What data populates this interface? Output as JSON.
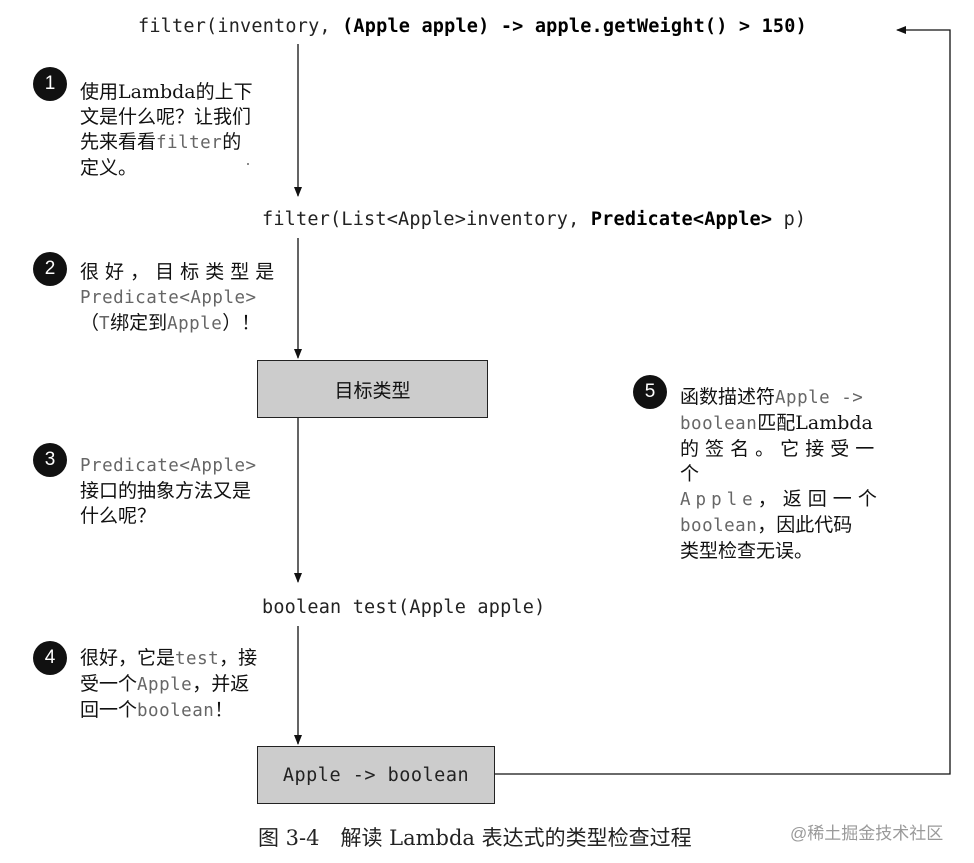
{
  "code_lines": {
    "line1_pre": "filter(inventory, ",
    "line1_bold": "(Apple apple) -> apple.getWeight() > 150)",
    "line2_pre": "filter(List<Apple>inventory, ",
    "line2_bold": "Predicate<Apple>",
    "line2_post": " p)",
    "line3": "boolean test(Apple apple)"
  },
  "boxes": {
    "target_type": "目标类型",
    "function_type": "Apple -> boolean"
  },
  "notes": {
    "n1": {
      "badge": "1",
      "l1": "使用Lambda的上下",
      "l2": "文是什么呢？让我们",
      "l3a": "先来看看",
      "l3code": "filter",
      "l3b": "的",
      "l4": "定义。"
    },
    "n2": {
      "badge": "2",
      "l1": "很 好 ， 目 标 类 型 是",
      "l2code": "Predicate<Apple>",
      "l3a": "（",
      "l3code1": "T",
      "l3b": "绑定到",
      "l3code2": "Apple",
      "l3c": "）！"
    },
    "n3": {
      "badge": "3",
      "l1code": "Predicate<Apple>",
      "l2": "接口的抽象方法又是",
      "l3": "什么呢？"
    },
    "n4": {
      "badge": "4",
      "l1a": "很好，它是",
      "l1code": "test",
      "l1b": "，接",
      "l2a": "受一个",
      "l2code": "Apple",
      "l2b": "，并返",
      "l3a": "回一个",
      "l3code": "boolean",
      "l3b": "！"
    },
    "n5": {
      "badge": "5",
      "l1a": "函数描述符",
      "l1code": "Apple ->",
      "l2code": "boolean",
      "l2b": "匹配Lambda",
      "l3": "的 签 名 。 它 接 受 一 个",
      "l4code": "Apple",
      "l4b": "， 返 回 一 个",
      "l5code": "boolean",
      "l5b": "，因此代码",
      "l6": "类型检查无误。"
    }
  },
  "caption": "图 3-4　解读 Lambda 表达式的类型检查过程",
  "watermark": "@稀土掘金技术社区"
}
